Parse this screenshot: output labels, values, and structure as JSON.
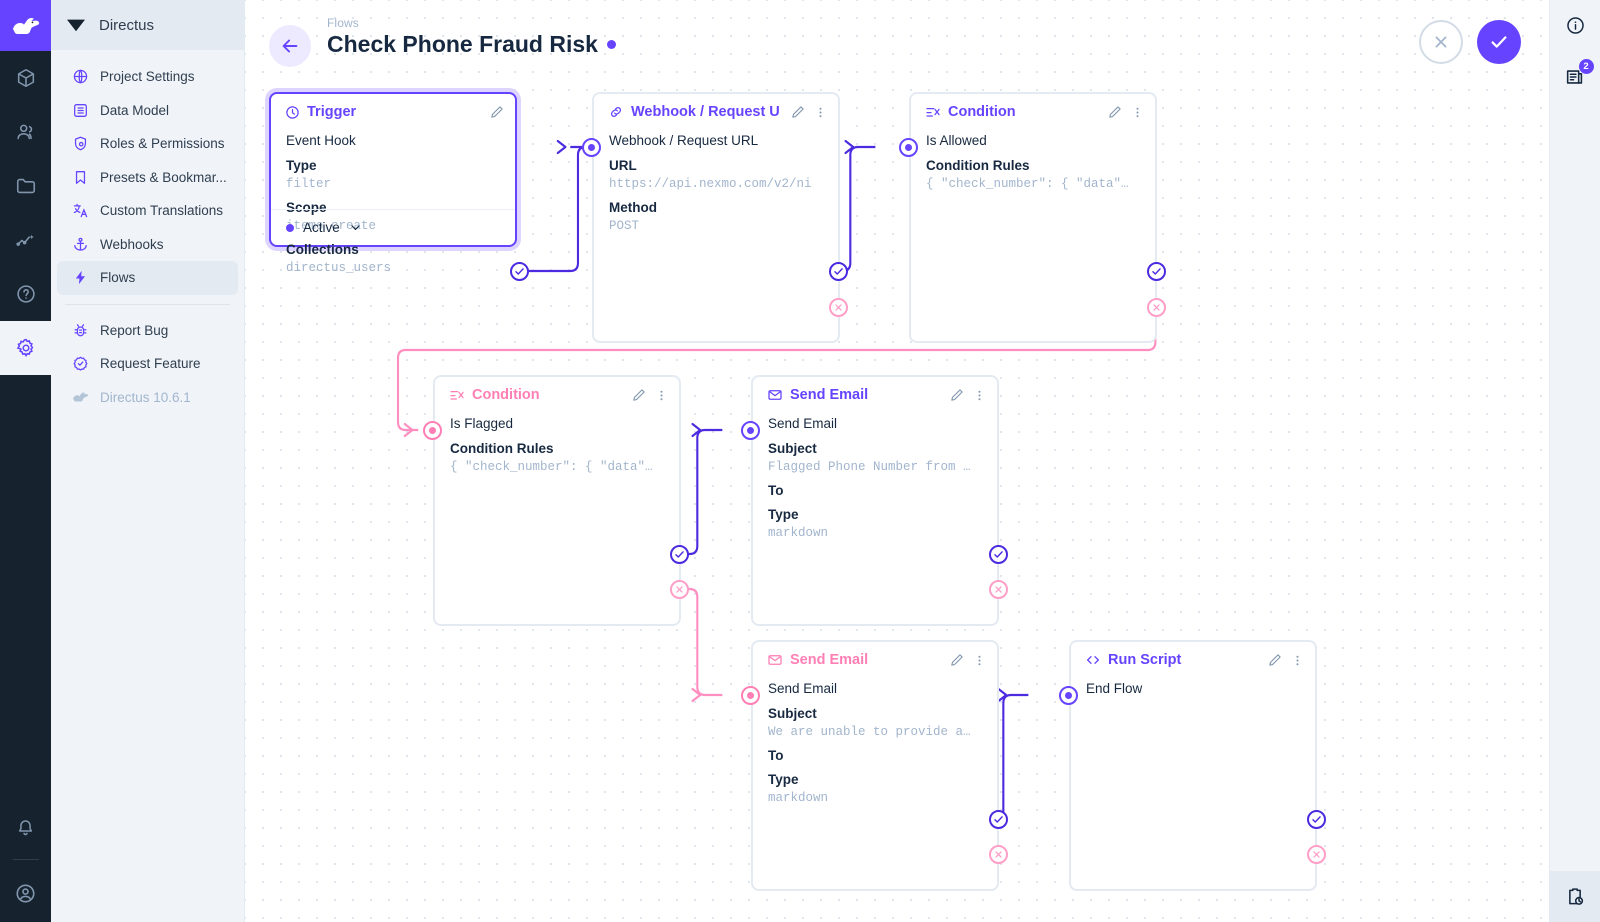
{
  "modulebar": {
    "logo_icon": "directus-rabbit-logo",
    "items": [
      {
        "name": "content",
        "icon": "box-icon",
        "active": false
      },
      {
        "name": "users",
        "icon": "people-icon",
        "active": false
      },
      {
        "name": "files",
        "icon": "folder-icon",
        "active": false
      },
      {
        "name": "insights",
        "icon": "analytics-icon",
        "active": false
      },
      {
        "name": "docs",
        "icon": "question-circle-icon",
        "active": false
      },
      {
        "name": "settings",
        "icon": "gear-icon",
        "active": true
      }
    ],
    "bottom": [
      {
        "name": "notifications",
        "icon": "bell-icon"
      },
      {
        "name": "account",
        "icon": "user-circle-icon"
      }
    ]
  },
  "sidebar": {
    "project_name": "Directus",
    "project_icon": "directus-diamond-icon",
    "items": [
      {
        "label": "Project Settings",
        "icon": "globe-icon",
        "active": false
      },
      {
        "label": "Data Model",
        "icon": "list-icon",
        "active": false
      },
      {
        "label": "Roles & Permissions",
        "icon": "shield-icon",
        "active": false
      },
      {
        "label": "Presets & Bookmar...",
        "icon": "bookmark-icon",
        "active": false
      },
      {
        "label": "Custom Translations",
        "icon": "translate-icon",
        "active": false
      },
      {
        "label": "Webhooks",
        "icon": "anchor-icon",
        "active": false
      },
      {
        "label": "Flows",
        "icon": "bolt-icon",
        "active": true
      }
    ],
    "footer_items": [
      {
        "label": "Report Bug",
        "icon": "bug-icon"
      },
      {
        "label": "Request Feature",
        "icon": "check-badge-icon"
      }
    ],
    "version": "Directus 10.6.1"
  },
  "header": {
    "breadcrumb": "Flows",
    "title": "Check Phone Fraud Risk",
    "status_dot_color": "#6644ff",
    "back_icon": "arrow-left-icon",
    "cancel_icon": "close-icon",
    "save_icon": "check-icon"
  },
  "rail": {
    "info_icon": "info-circle-icon",
    "logs_icon": "logs-icon",
    "logs_badge": "2",
    "history_icon": "clipboard-clock-icon"
  },
  "flow": {
    "nodes": [
      {
        "id": "trigger",
        "title": "Trigger",
        "icon": "trigger-bolt-circle-icon",
        "accent": "purple",
        "selected": true,
        "key_name": "Event Hook",
        "fields": [
          {
            "label": "Type",
            "value": "filter"
          },
          {
            "label": "Scope",
            "value": "items.create"
          },
          {
            "label": "Collections",
            "value": "directus_users"
          }
        ],
        "footer": {
          "status": "Active",
          "chevron_icon": "chevron-down-icon"
        }
      },
      {
        "id": "webhook",
        "title": "Webhook / Request U",
        "icon": "link-icon",
        "accent": "purple",
        "selected": false,
        "key_name": "Webhook / Request URL",
        "fields": [
          {
            "label": "URL",
            "value": "https://api.nexmo.com/v2/ni"
          },
          {
            "label": "Method",
            "value": "POST"
          }
        ]
      },
      {
        "id": "cond-allowed",
        "title": "Condition",
        "icon": "condition-filter-icon",
        "accent": "purple",
        "selected": false,
        "key_name": "Is Allowed",
        "fields": [
          {
            "label": "Condition Rules",
            "value": "{ \"check_number\": { \"data\"…"
          }
        ]
      },
      {
        "id": "cond-flagged",
        "title": "Condition",
        "icon": "condition-filter-icon",
        "accent": "pink",
        "selected": false,
        "key_name": "Is Flagged",
        "fields": [
          {
            "label": "Condition Rules",
            "value": "{ \"check_number\": { \"data\"…"
          }
        ]
      },
      {
        "id": "email-flagged",
        "title": "Send Email",
        "icon": "envelope-icon",
        "accent": "purple",
        "selected": false,
        "key_name": "Send Email",
        "fields": [
          {
            "label": "Subject",
            "value": "Flagged Phone Number from …"
          },
          {
            "label": "To",
            "value": ""
          },
          {
            "label": "Type",
            "value": "markdown"
          }
        ]
      },
      {
        "id": "email-unable",
        "title": "Send Email",
        "icon": "envelope-icon",
        "accent": "pink",
        "selected": false,
        "key_name": "Send Email",
        "fields": [
          {
            "label": "Subject",
            "value": "We are unable to provide a…"
          },
          {
            "label": "To",
            "value": ""
          },
          {
            "label": "Type",
            "value": "markdown"
          }
        ]
      },
      {
        "id": "run-script",
        "title": "Run Script",
        "icon": "code-brackets-icon",
        "accent": "purple",
        "selected": false,
        "key_name": "End Flow",
        "fields": []
      }
    ],
    "colors": {
      "purple": "#6644ff",
      "purple_link": "#4b2ae0",
      "pink": "#ff7fb5",
      "pink_link": "#ff8ec0",
      "node_border": "#e4eaf1",
      "mono_text": "#a2b5cd"
    },
    "edit_icon": "pencil-icon",
    "more_icon": "kebab-menu-icon",
    "port_resolve_icon": "check-circle-icon",
    "port_reject_icon": "x-circle-icon"
  }
}
